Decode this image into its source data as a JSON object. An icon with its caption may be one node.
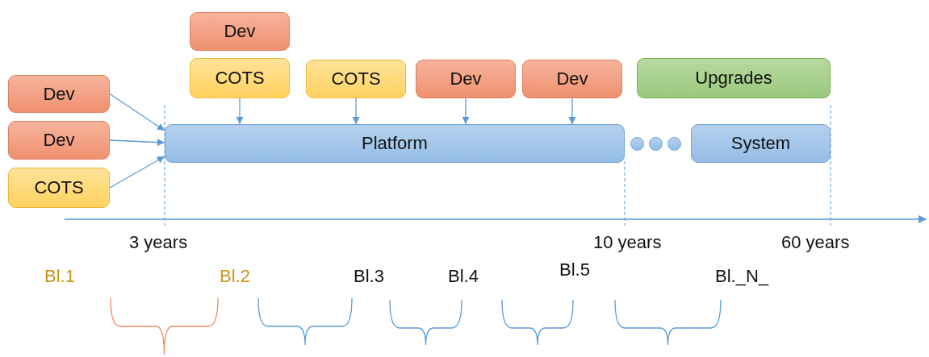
{
  "diagram": {
    "nodes": [
      {
        "text": [
          "Dev"
        ]
      },
      {
        "text": [
          "Dev"
        ]
      },
      {
        "text": [
          "COTS"
        ]
      },
      {
        "text": [
          "Dev"
        ]
      },
      {
        "text": [
          "COTS"
        ]
      },
      {
        "text": [
          "COTS"
        ]
      },
      {
        "text": [
          "Dev"
        ]
      },
      {
        "text": [
          "Dev"
        ]
      },
      {
        "text": [
          "Upgrades"
        ]
      },
      {
        "text": [
          "Platform"
        ]
      },
      {
        "text": [],
        "shape": "circle"
      },
      {
        "text": [],
        "shape": "circle"
      },
      {
        "text": [],
        "shape": "circle"
      },
      {
        "text": [
          "System"
        ]
      }
    ],
    "edges": [
      {
        "from": 0,
        "to": 9,
        "arrow": "to"
      },
      {
        "from": 1,
        "to": 9,
        "arrow": "to"
      },
      {
        "from": 2,
        "to": 9,
        "arrow": "to"
      },
      {
        "from": 4,
        "to": 9,
        "arrow": "to"
      },
      {
        "from": 5,
        "to": 9,
        "arrow": "to"
      },
      {
        "from": 6,
        "to": 9,
        "arrow": "to"
      },
      {
        "from": 7,
        "to": 9,
        "arrow": "to"
      }
    ],
    "labels": [
      "3 years",
      "10 years",
      "60 years",
      "Bl.1",
      "Bl.2",
      "Bl.3",
      "Bl.4",
      "Bl.5",
      "Bl._N_"
    ]
  }
}
